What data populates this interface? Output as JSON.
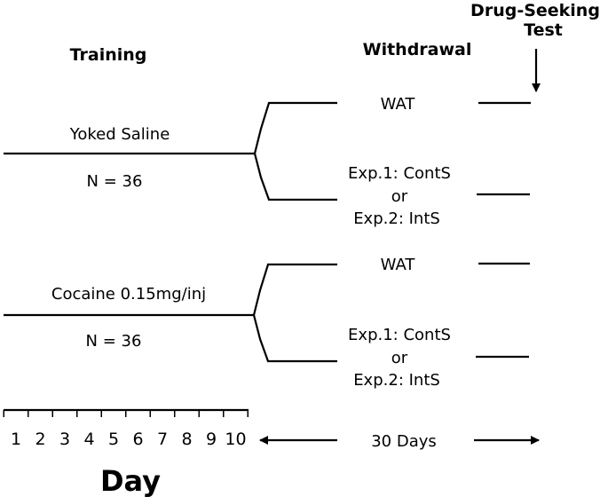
{
  "headers": {
    "training": "Training",
    "withdrawal": "Withdrawal",
    "test_line1": "Drug-Seeking",
    "test_line2": "Test"
  },
  "groups": [
    {
      "name": "Yoked Saline",
      "n": "N = 36",
      "branches": [
        {
          "lines": [
            "WAT"
          ]
        },
        {
          "lines": [
            "Exp.1: ContS",
            "or",
            "Exp.2: IntS"
          ]
        }
      ]
    },
    {
      "name": "Cocaine 0.15mg/inj",
      "n": "N = 36",
      "branches": [
        {
          "lines": [
            "WAT"
          ]
        },
        {
          "lines": [
            "Exp.1: ContS",
            "or",
            "Exp.2: IntS"
          ]
        }
      ]
    }
  ],
  "timeline": {
    "days": [
      "1",
      "2",
      "3",
      "4",
      "5",
      "6",
      "7",
      "8",
      "9",
      "10"
    ],
    "withdrawal_duration": "30 Days",
    "axis_label": "Day"
  }
}
